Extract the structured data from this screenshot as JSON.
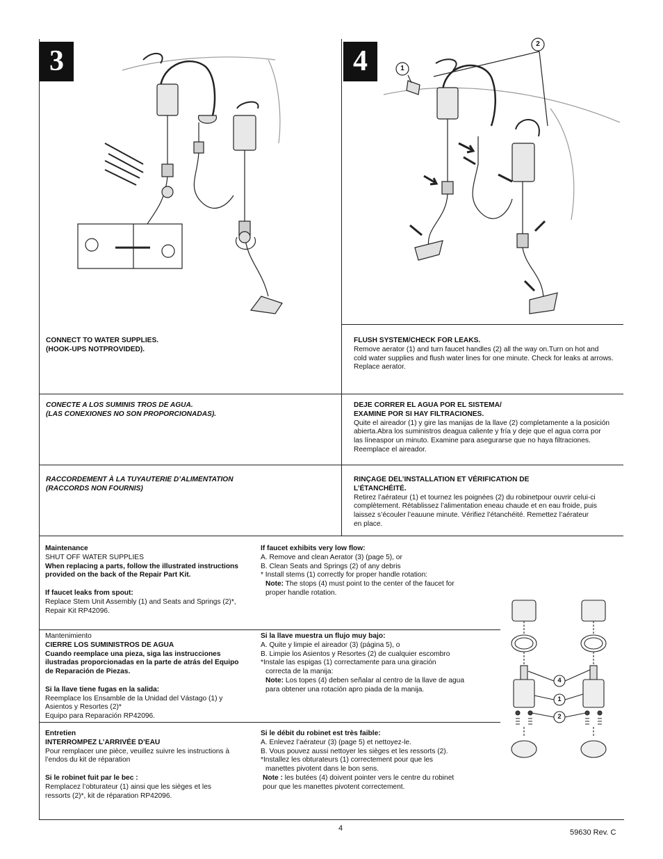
{
  "steps": {
    "step3": {
      "number": "3",
      "en": [
        "CONNECT TO WATER SUPPLIES.",
        "(HOOK-UPS NOTPROVIDED)."
      ],
      "es": [
        "CONECTE A LOS SUMINIS TROS DE AGUA.",
        "(LAS CONEXIONES NO SON PROPORCIONADAS)."
      ],
      "fr": [
        "RACCORDEMENT À LA TUYAUTERIE D’ALIMENTATION",
        "(RACCORDS NON FOURNIS)"
      ]
    },
    "step4": {
      "number": "4",
      "callout_1": "1",
      "callout_2": "2",
      "en_title": "FLUSH SYSTEM/CHECK FOR LEAKS.",
      "en_body": [
        "Remove aerator (1) and turn faucet handles (2) all the way on.Turn on hot and",
        "cold water supplies and flush water lines for one minute. Check for leaks at arrows.",
        "Replace aerator."
      ],
      "es_title": [
        "DEJE CORRER EL AGUA POR EL SISTEMA/",
        "EXAMINE POR SI HAY FILTRACIONES."
      ],
      "es_body": [
        "Quite el aireador (1) y gire las manijas de la llave (2) completamente a la posición",
        "abierta.Abra los suministros deagua caliente y fría y deje que el agua corra por",
        "las líneaspor un minuto. Examine para asegurarse que no haya filtraciones.",
        "Reemplace el aireador."
      ],
      "fr_title": [
        "RINÇAGE DEL’INSTALLATION ET VÉRIFICATION DE",
        "L’ÉTANCHÉITÉ."
      ],
      "fr_body": [
        "Retirez l’aérateur (1) et tournez les poignées (2) du robinetpour ouvrir celui-ci",
        "complètement. Rétablissez l’alimentation eneau chaude et en eau froide, puis",
        "laissez s’écouler l’eauune minute. Vérifiez l’étanchéité. Remettez l’aérateur",
        "en place."
      ]
    }
  },
  "maintenance": {
    "en": {
      "heading": "Maintenance",
      "l1": "SHUT OFF WATER SUPPLIES",
      "l2": "When replacing a parts, follow the illustrated instructions",
      "l3": "provided on the back of the Repair Part Kit.",
      "leak_heading": "If faucet leaks from spout:",
      "leak_1": "Replace Stem Unit Assembly (1) and Seats and Springs (2)*,",
      "leak_2": "Repair Kit RP42096.",
      "flow_heading": "If faucet exhibits very low flow:",
      "flow_a": "A. Remove and clean Aerator (3) (page 5), or",
      "flow_b": "B. Clean Seats and Springs (2) of any debris",
      "flow_c": "* Install stems (1) correctly for proper handle rotation:",
      "note_label": "Note:",
      "note_1": " The stops (4) must point to the center of the faucet for",
      "note_2": "proper handle rotation."
    },
    "es": {
      "heading": "Mantenimiento",
      "l1": "CIERRE LOS SUMINISTROS DE AGUA",
      "l2": "Cuando reemplace una pieza,  siga las instrucciones",
      "l3": "ilustradas proporcionadas en la parte de atrás del Equipo",
      "l4": "de Reparación de Piezas.",
      "leak_heading": "Si la llave tiene fugas en la salida:",
      "leak_1": "Reemplace los Ensamble de la Unidad del Vástago (1) y",
      "leak_2": "Asientos y Resortes (2)*",
      "leak_3": "Equipo para Reparación RP42096.",
      "flow_heading": "Si la llave muestra un flujo muy bajo:",
      "flow_a": "A. Quite y limpie el aireador (3) (página 5), o",
      "flow_b": "B. Limpie los Asientos y Resortes (2) de cualquier escombro",
      "flow_c": "*Instale las espigas (1) correctamente para una giración",
      "flow_d": "correcta de la manija:",
      "note_label": "Note:",
      "note_1": " Los topes (4) deben señalar al centro de la llave de agua",
      "note_2": "para obtener una rotación apro piada de la manija."
    },
    "fr": {
      "heading": "Entretien",
      "l1": "INTERROMPEZ L’ARRIVÉE D’EAU",
      "l2": "Pour remplacer une pièce, veuillez suivre les instructions à",
      "l3": "l’endos du kit de réparation",
      "leak_heading": "Si le robinet fuit par le bec :",
      "leak_1": "Remplacez l’obturateur (1) ainsi que les sièges et les",
      "leak_2": "ressorts (2)*, kit de réparation RP42096.",
      "flow_heading": "Si le débit du robinet est très faible:",
      "flow_a": "A. Enlevez l’aérateur (3) (page 5) et nettoyez-le.",
      "flow_b": "B. Vous pouvez aussi nettoyer les sièges et les ressorts (2).",
      "flow_c": "*Installez les obturateurs (1) correctement pour que les",
      "flow_d": "manettes pivotent dans le bon sens.",
      "note_label": "Note :",
      "note_1": " les butées (4) doivent pointer vers le centre du robinet",
      "note_2": "pour que les manettes pivotent correctement."
    },
    "parts_callouts": {
      "c4": "4",
      "c1": "1",
      "c2": "2"
    }
  },
  "footer": {
    "page_number": "4",
    "doc_id": "59630  Rev. C"
  }
}
